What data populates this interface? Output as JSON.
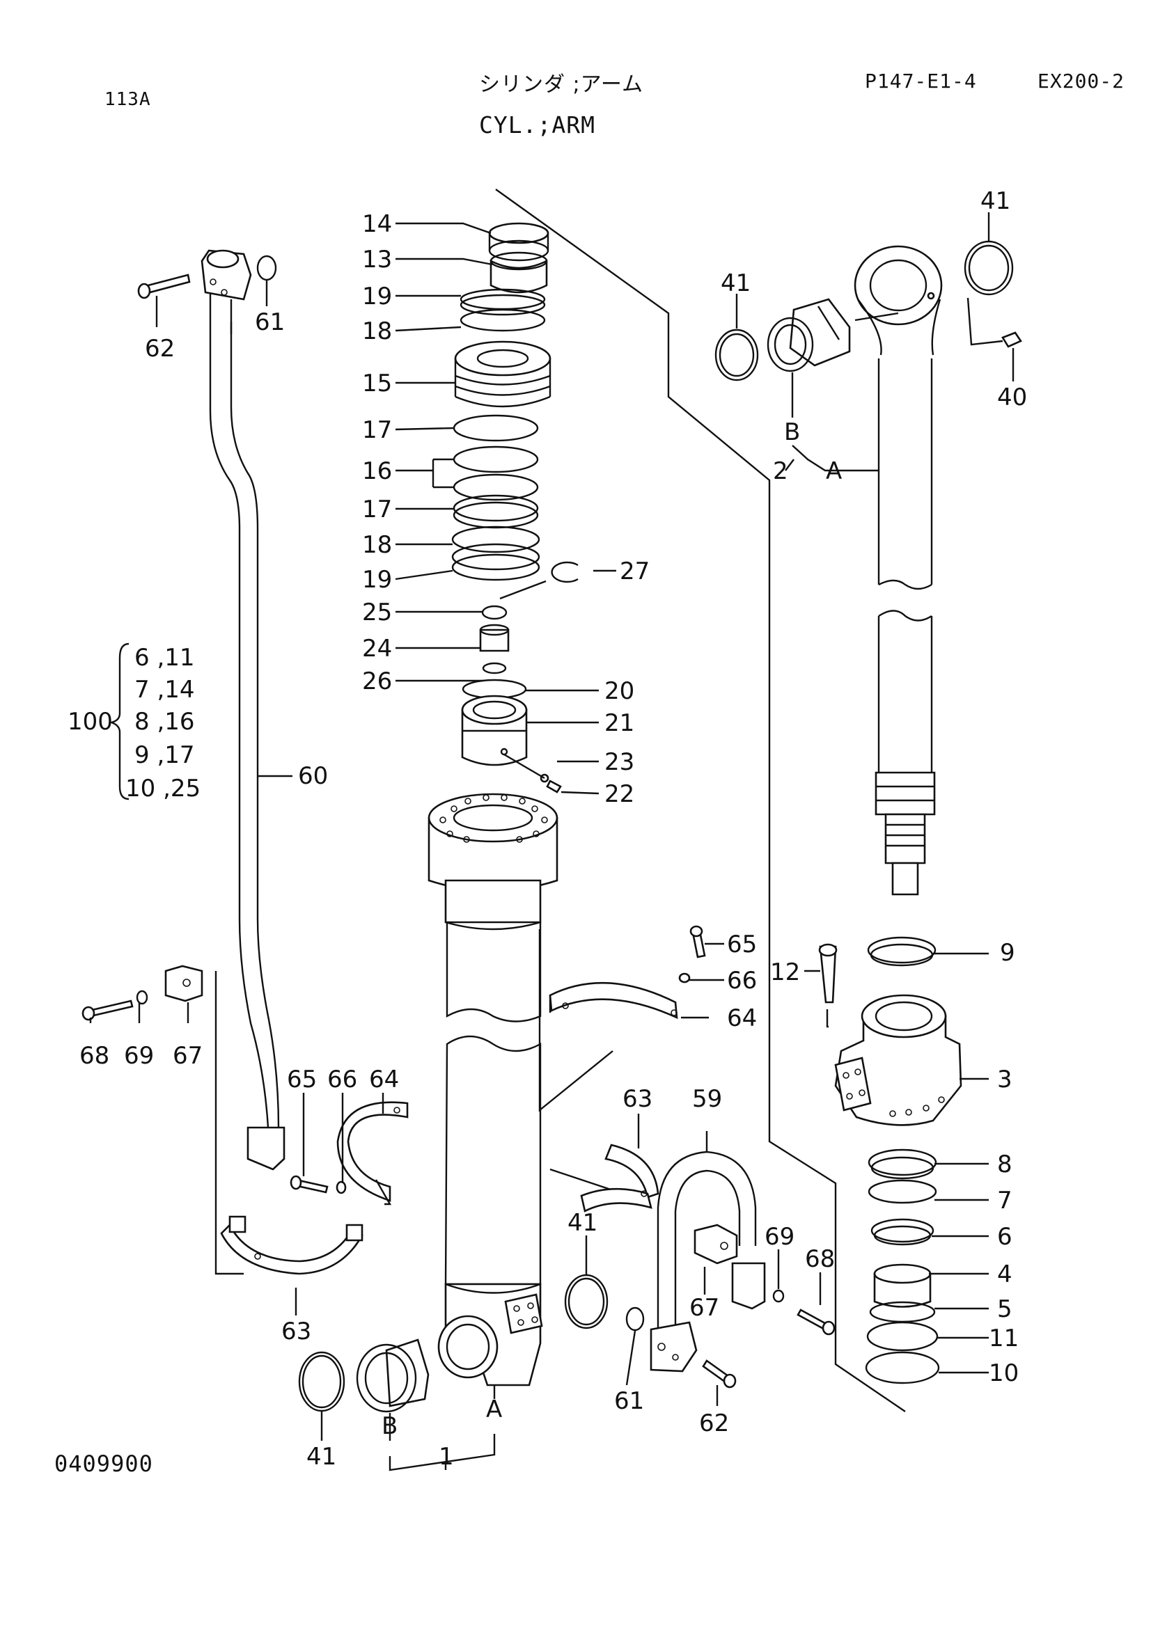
{
  "header": {
    "page_code": "113A",
    "title_jp": "シリンダ ;アーム",
    "title_en": "CYL.;ARM",
    "ref": "P147-E1-4",
    "model": "EX200-2"
  },
  "footer": {
    "drawing_no": "0409900"
  },
  "callouts": {
    "c14": "14",
    "c13": "13",
    "c19a": "19",
    "c18a": "18",
    "c15": "15",
    "c17a": "17",
    "c16": "16",
    "c17b": "17",
    "c18b": "18",
    "c19b": "19",
    "c27": "27",
    "c25": "25",
    "c24": "24",
    "c26": "26",
    "c20": "20",
    "c21": "21",
    "c23": "23",
    "c22": "22",
    "c41a": "41",
    "c41b": "41",
    "c40": "40",
    "cB1": "B",
    "c2": "2",
    "cA1": "A",
    "c62a": "62",
    "c61a": "61",
    "c60": "60",
    "kit_no": "100",
    "kit_r1": "6 ,11",
    "kit_r2": "7 ,14",
    "kit_r3": "8 ,16",
    "kit_r4": "9 ,17",
    "kit_r5": "10 ,25",
    "c65a": "65",
    "c66a": "66",
    "c64a": "64",
    "c9": "9",
    "c12": "12",
    "c3": "3",
    "c68a": "68",
    "c69a": "69",
    "c67a": "67",
    "c65b": "65",
    "c66b": "66",
    "c64b": "64",
    "c63a": "63",
    "c59": "59",
    "c63b": "63",
    "c8": "8",
    "c7": "7",
    "c6": "6",
    "c4": "4",
    "c5": "5",
    "c11": "11",
    "c10": "10",
    "c41c": "41",
    "c69b": "69",
    "c68b": "68",
    "c67b": "67",
    "c61b": "61",
    "c62b": "62",
    "c41d": "41",
    "cB2": "B",
    "cA2": "A",
    "c1": "1"
  }
}
